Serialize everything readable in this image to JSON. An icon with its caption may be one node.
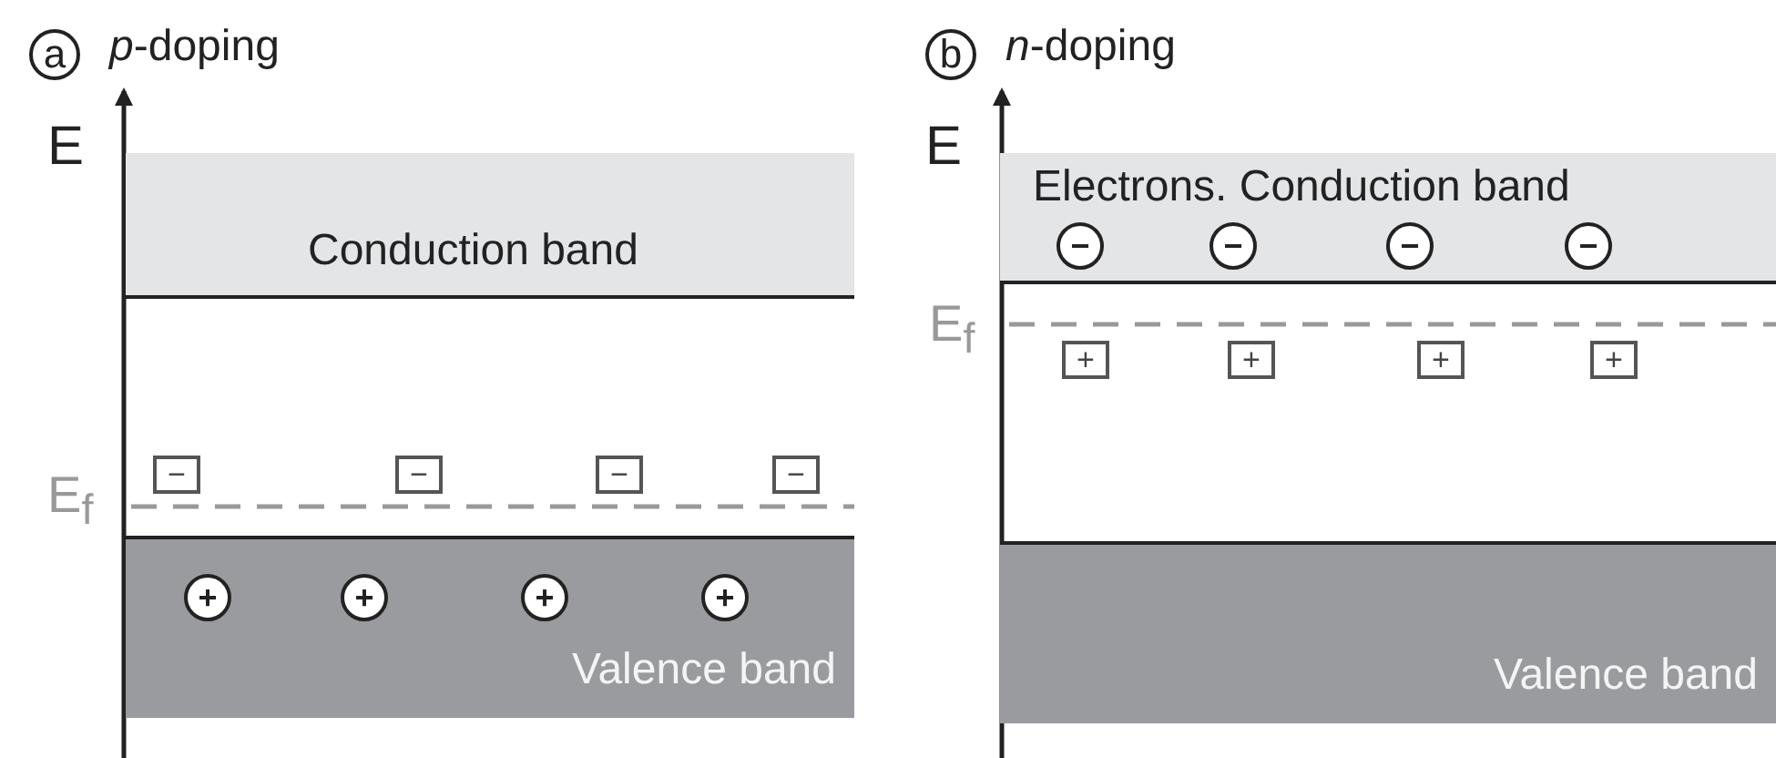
{
  "diagram": {
    "nodes": [
      {
        "text": [
          "a"
        ]
      },
      {
        "text": [
          "Conduction band"
        ]
      },
      {
        "text": [
          "−"
        ]
      },
      {
        "text": [
          "−"
        ]
      },
      {
        "text": [
          "−"
        ]
      },
      {
        "text": [
          "−"
        ]
      },
      {
        "text": [
          "Valence band"
        ]
      },
      {
        "text": [
          "+"
        ],
        "in": 6
      },
      {
        "text": [
          "+"
        ],
        "in": 6
      },
      {
        "text": [
          "+"
        ],
        "in": 6
      },
      {
        "text": [
          "+"
        ],
        "in": 6
      },
      {
        "text": [
          "b"
        ]
      },
      {
        "text": [
          "Electrons. Conduction band"
        ]
      },
      {
        "text": [
          "−"
        ],
        "in": 12
      },
      {
        "text": [
          "−"
        ],
        "in": 12
      },
      {
        "text": [
          "−"
        ],
        "in": 12
      },
      {
        "text": [
          "−"
        ],
        "in": 12
      },
      {
        "text": [
          "+"
        ]
      },
      {
        "text": [
          "+"
        ]
      },
      {
        "text": [
          "+"
        ]
      },
      {
        "text": [
          "+"
        ]
      },
      {
        "text": [
          "Valence band"
        ]
      }
    ],
    "labels": [
      "*p*-doping",
      "E",
      "E$_{f}$",
      "*n*-doping",
      "E",
      "E$_{f}$"
    ]
  }
}
